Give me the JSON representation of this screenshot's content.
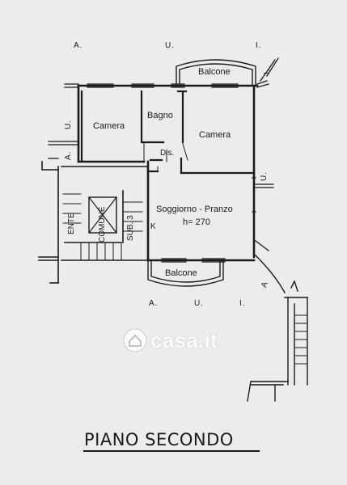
{
  "plan": {
    "title": "PIANO SECONDO",
    "rooms": {
      "camera_left": "Camera",
      "bagno": "Bagno",
      "camera_right": "Camera",
      "disimpegno": "Dis.",
      "soggiorno": "Soggiorno - Pranzo",
      "height": "h= 270",
      "balcone_top": "Balcone",
      "balcone_bottom": "Balcone"
    },
    "neighbor_labels": {
      "top": [
        "A.",
        "U.",
        "I."
      ],
      "bottom": [
        "A.",
        "U.",
        "I."
      ],
      "left_vertical": [
        "U.",
        "A."
      ],
      "right_vertical": [
        "U."
      ],
      "top_right_vertical": [
        "I."
      ],
      "stair_right": "A"
    },
    "common_area": {
      "stairwell_label": "ENTE",
      "shaft_label": "COMUNE",
      "sub_label": "SUB. 3",
      "marker": "K"
    }
  },
  "watermark": {
    "text": "casa.it",
    "icon": "house-logo-icon"
  },
  "colors": {
    "paper": "#ececec",
    "ink": "#1a1a1a",
    "watermark": "#ffffff"
  }
}
